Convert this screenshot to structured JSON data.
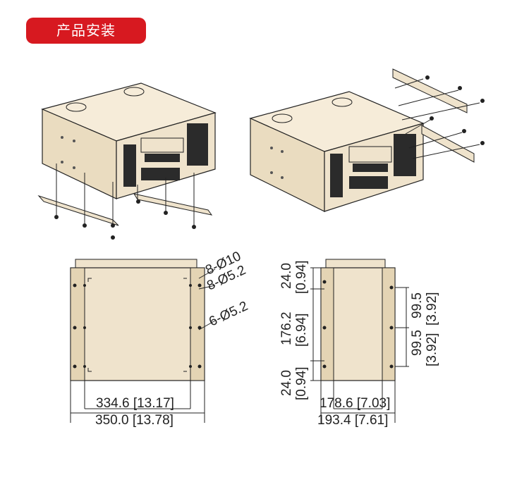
{
  "header": {
    "title": "产品安装"
  },
  "callouts": {
    "hole_a": "8-Ø10",
    "hole_b": "8-Ø5.2",
    "hole_c": "6-Ø5.2"
  },
  "front_view": {
    "inner_width": "334.6 [13.17]",
    "outer_width": "350.0 [13.78]"
  },
  "side_view": {
    "depth_inner": "178.6 [7.03]",
    "depth_outer": "193.4 [7.61]",
    "top_offset": "24.0",
    "top_offset_in": "[0.94]",
    "mid_height": "176.2",
    "mid_height_in": "[6.94]",
    "bottom_offset": "24.0",
    "bottom_offset_in": "[0.94]",
    "pitch_a": "99.5",
    "pitch_a_in": "[3.92]",
    "pitch_b": "99.5",
    "pitch_b_in": "[3.92]"
  },
  "colors": {
    "brand": "#d71920",
    "chassis": "#efe3cc"
  }
}
